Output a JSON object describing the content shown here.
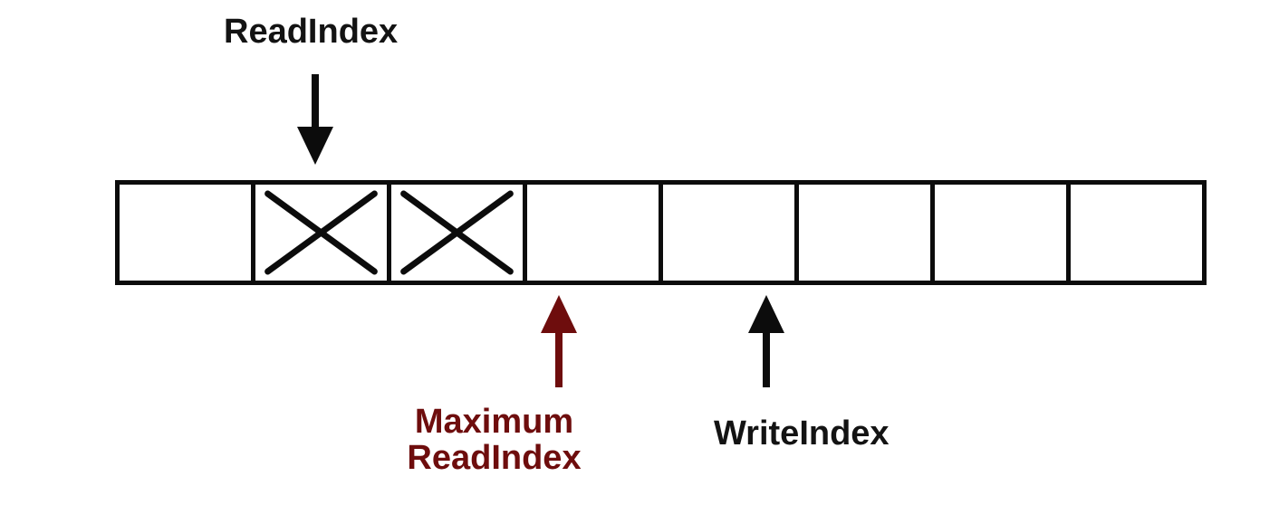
{
  "diagram": {
    "buffer": {
      "cell_count": 8,
      "crossed_cells": [
        1,
        2
      ]
    },
    "labels": {
      "read_index": "ReadIndex",
      "max_read_index_line1": "Maximum",
      "max_read_index_line2": "ReadIndex",
      "write_index": "WriteIndex"
    },
    "colors": {
      "ink_black": "#0c0c0c",
      "text_black": "#131313",
      "accent_maroon": "#6e0d0d"
    }
  }
}
